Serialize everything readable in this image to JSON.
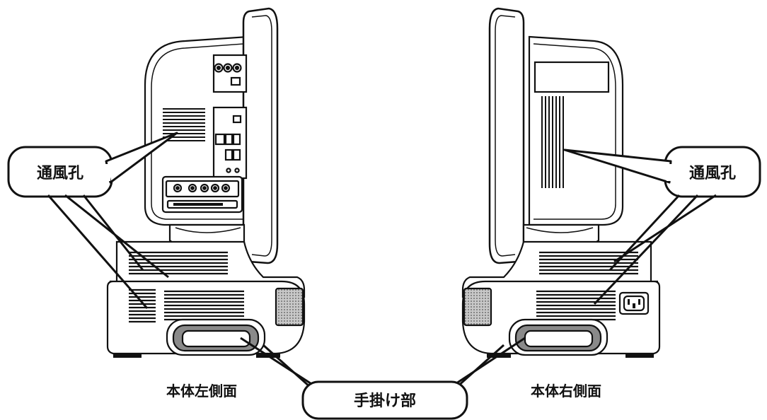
{
  "labels": {
    "vent_left": "通風孔",
    "vent_right": "通風孔",
    "handle": "手掛け部",
    "left_side_caption": "本体左側面",
    "right_side_caption": "本体右側面"
  },
  "colors": {
    "outline": "#111111",
    "body_fill": "#ffffff",
    "stand_fill": "#d9d9d9",
    "handle_fill": "#8a8a8a",
    "speaker_fill": "#bdbdbd"
  }
}
